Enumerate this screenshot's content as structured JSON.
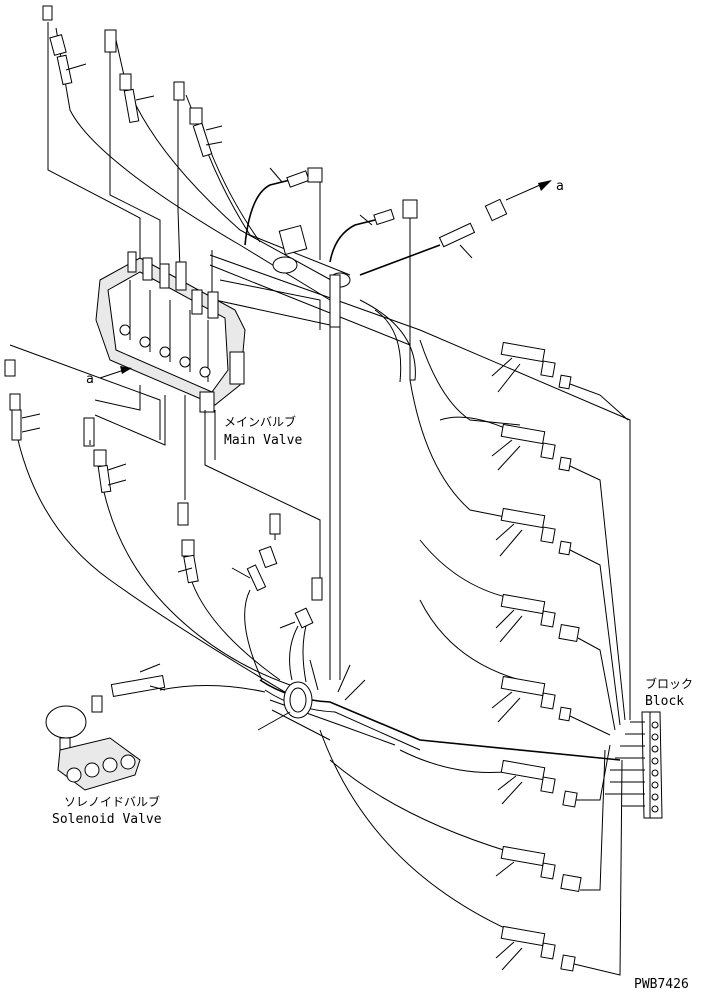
{
  "labels": {
    "main_valve_jp": "メインバルブ",
    "main_valve_en": "Main Valve",
    "solenoid_valve_jp": "ソレノイドバルブ",
    "solenoid_valve_en": "Solenoid Valve",
    "block_jp": "ブロック",
    "block_en": "Block",
    "arrow_ref_top": "a",
    "arrow_ref_left": "a",
    "drawing_no": "PWB7426"
  }
}
